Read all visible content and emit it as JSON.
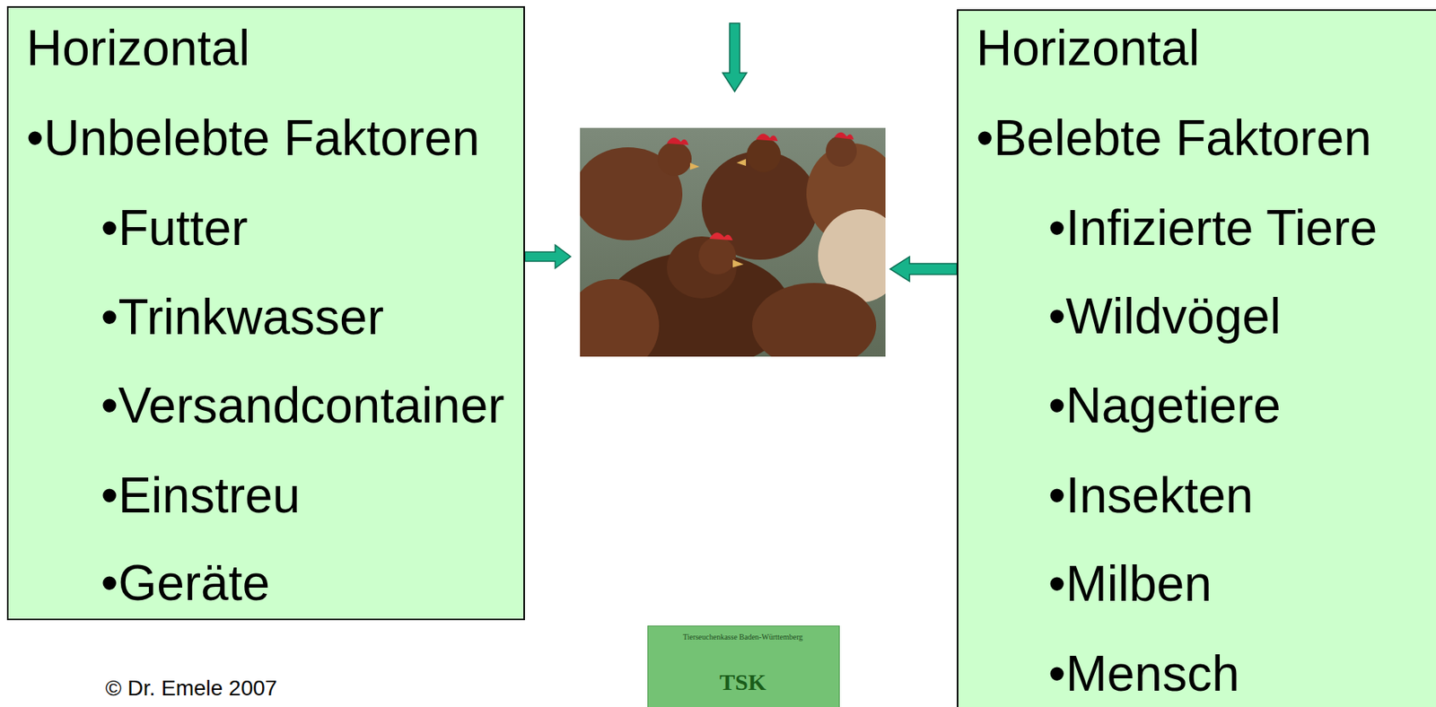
{
  "diagram": {
    "nodes": [
      {
        "text": [
          "Horizontal",
          "•Unbelebte Faktoren",
          "•Futter",
          "•Trinkwasser",
          "•Versandcontainer",
          "•Einstreu",
          "•Geräte"
        ]
      },
      {
        "text": [
          "Horizontal",
          "•Belebte Faktoren",
          "•Infizierte Tiere",
          "•Wildvögel",
          "•Nagetiere",
          "•Insekten",
          "•Milben",
          "•Mensch"
        ]
      },
      {
        "text": [
          "Tierseuchenkasse Baden-Württemberg",
          "TSK"
        ]
      }
    ],
    "labels": [
      "© Dr. Emele 2007"
    ]
  }
}
